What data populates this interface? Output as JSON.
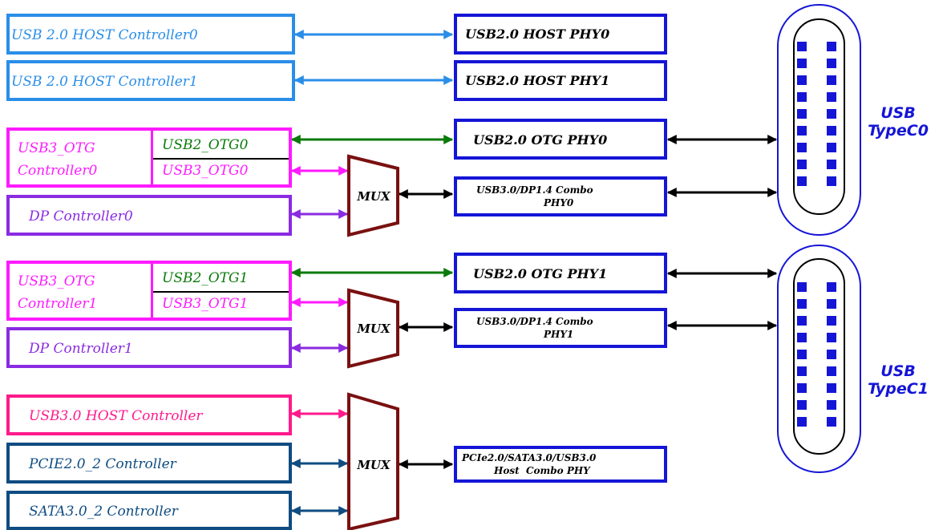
{
  "colors": {
    "usb2_host": "#2a8ee8",
    "otg": "#ff1aff",
    "green": "#0a7a0a",
    "dp": "#8a2be2",
    "phy": "#1515d6",
    "mux": "#7a1010",
    "host3": "#ff1a8c",
    "pcie_sata": "#0f4c81",
    "black": "#000000"
  },
  "host_controllers": [
    "USB 2.0 HOST Controller0",
    "USB 2.0 HOST Controller1"
  ],
  "host_phys": [
    "USB2.0 HOST PHY0",
    "USB2.0 HOST PHY1"
  ],
  "otg0": {
    "controller": [
      "USB3_OTG",
      "Controller0"
    ],
    "usb2_port": "USB2_OTG0",
    "usb3_port": "USB3_OTG0",
    "dp": "DP Controller0",
    "usb2_phy": "USB2.0 OTG PHY0",
    "combo_phy": [
      "USB3.0/DP1.4 Combo",
      "PHY0"
    ]
  },
  "otg1": {
    "controller": [
      "USB3_OTG",
      "Controller1"
    ],
    "usb2_port": "USB2_OTG1",
    "usb3_port": "USB3_OTG1",
    "dp": "DP Controller1",
    "usb2_phy": "USB2.0 OTG PHY1",
    "combo_phy": [
      "USB3.0/DP1.4 Combo",
      "PHY1"
    ]
  },
  "mux_label": "MUX",
  "bottom": {
    "usb3_host": "USB3.0 HOST Controller",
    "pcie": "PCIE2.0_2 Controller",
    "sata": "SATA3.0_2 Controller",
    "combo_phy": [
      "PCIe2.0/SATA3.0/USB3.0",
      "Host  Combo PHY"
    ]
  },
  "typec": [
    {
      "line1": "USB",
      "line2": "TypeC0"
    },
    {
      "line1": "USB",
      "line2": "TypeC1"
    }
  ]
}
